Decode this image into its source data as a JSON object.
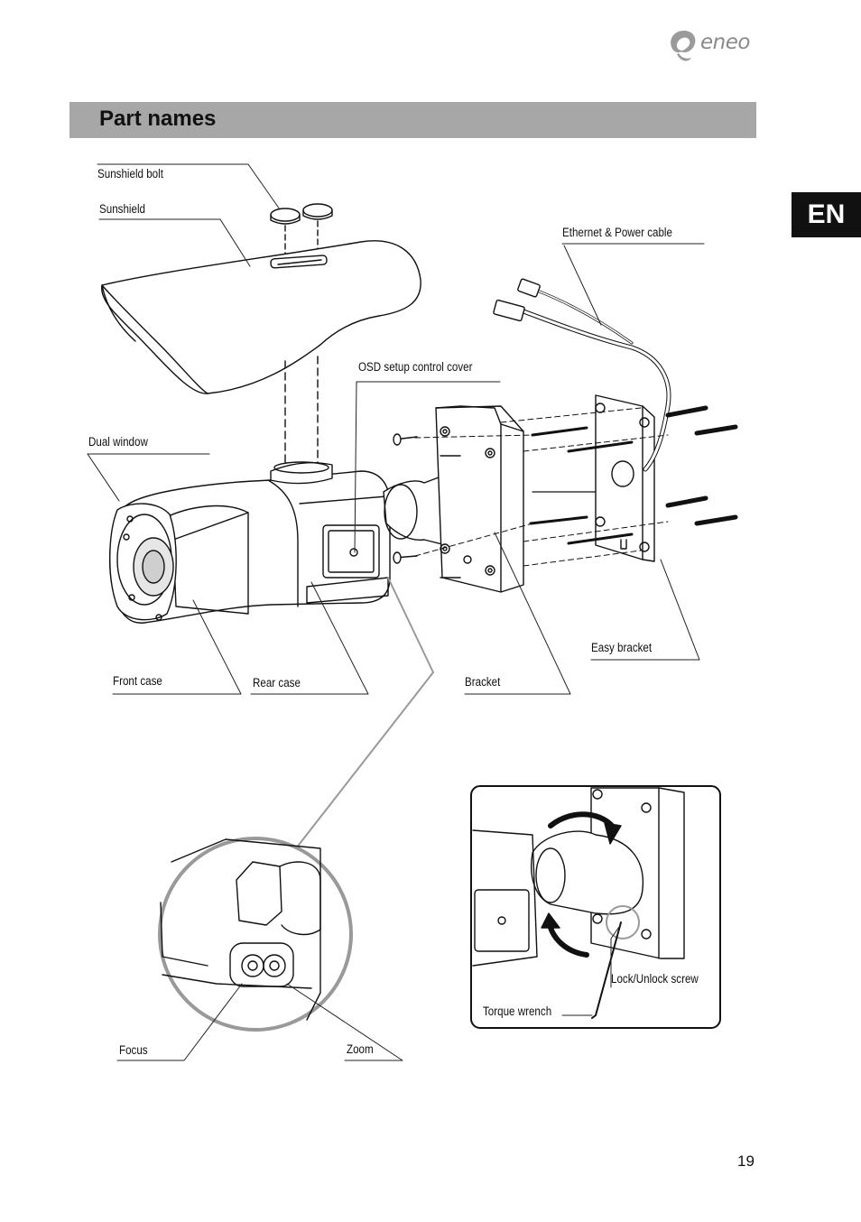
{
  "brand": {
    "name": "eneo",
    "icon": "eneo-logo-icon"
  },
  "header": {
    "title": "Part names"
  },
  "language_tab": {
    "label": "EN"
  },
  "labels": {
    "sunshield_bolt": "Sunshield bolt",
    "sunshield": "Sunshield",
    "ethernet_power_cable": "Ethernet & Power cable",
    "osd_cover": "OSD setup control cover",
    "dual_window": "Dual window",
    "front_case": "Front case",
    "rear_case": "Rear case",
    "bracket": "Bracket",
    "easy_bracket": "Easy bracket",
    "focus": "Focus",
    "zoom": "Zoom",
    "lock_unlock_screw": "Lock/Unlock screw",
    "torque_wrench": "Torque wrench"
  },
  "page": {
    "number": "19"
  }
}
